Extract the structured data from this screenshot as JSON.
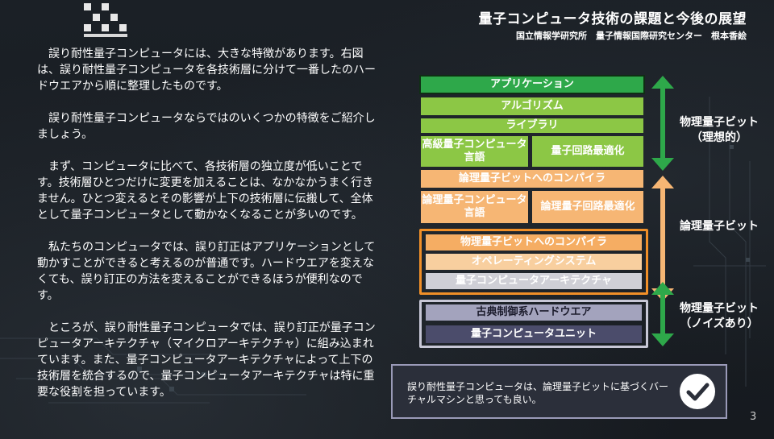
{
  "header": {
    "title": "量子コンピュータ技術の課題と今後の展望",
    "subtitle": "国立情報学研究所　量子情報国際研究センター　根本香絵"
  },
  "body_text": {
    "p1": "誤り耐性量子コンピュータには、大きな特徴があります。右図は、誤り耐性量子コンピュータを各技術層に分けて一番したのハードウエアから順に整理したものです。",
    "p2": "誤り耐性量子コンピュータならではのいくつかの特徴をご紹介しましょう。",
    "p3": "まず、コンピュータに比べて、各技術層の独立度が低いことです。技術層ひとつだけに変更を加えることは、なかなかうまく行きません。ひとつ変えるとその影響が上下の技術層に伝搬して、全体として量子コンピュータとして動かなくなることが多いのです。",
    "p4": "私たちのコンピュータでは、誤り訂正はアプリケーションとして動かすことができると考えるのが普通です。ハードウエアを変えなくても、誤り訂正の方法を変えることができるほうが便利なのです。",
    "p5": "ところが、誤り耐性量子コンピュータでは、誤り訂正が量子コンピュータアーキテクチャ（マイクロアーキテクチャ）に組み込まれています。また、量子コンピュータアーキテクチャによって上下の技術層を統合するので、量子コンピュータアーキテクチャは特に重要な役割を担っています。"
  },
  "layers": {
    "application": "アプリケーション",
    "algorithm": "アルゴリズム",
    "library": "ライブラリ",
    "high_level_lang": "高級量子コンピュータ言語",
    "circuit_opt": "量子回路最適化",
    "logical_compiler": "論理量子ビットへのコンパイラ",
    "logical_lang": "論理量子コンピュータ言語",
    "logical_circuit_opt": "論理量子回路最適化",
    "physical_compiler": "物理量子ビットへのコンパイラ",
    "os": "オペレーティングシステム",
    "architecture": "量子コンピュータアーキテクチャ",
    "classical_control": "古典制御系ハードウエア",
    "qpu": "量子コンピュータユニット"
  },
  "side_labels": {
    "ideal_line1": "物理量子ビット",
    "ideal_line2": "（理想的）",
    "logical": "論理量子ビット",
    "noisy_line1": "物理量子ビット",
    "noisy_line2": "（ノイズあり）"
  },
  "note": {
    "text": "誤り耐性量子コンピュータは、論理量子ビットに基づくバーチャルマシンと思っても良い。"
  },
  "page_number": "3",
  "colors": {
    "green_dark": "#2ea84a",
    "green_light": "#8cc745",
    "orange": "#f5ad63",
    "orange_border": "#f08f28",
    "purple": "#4b4c6b",
    "background": "#1a1f24"
  },
  "icons": [
    "nii-logo-icon",
    "double-arrow-icon",
    "check-circle-icon"
  ]
}
